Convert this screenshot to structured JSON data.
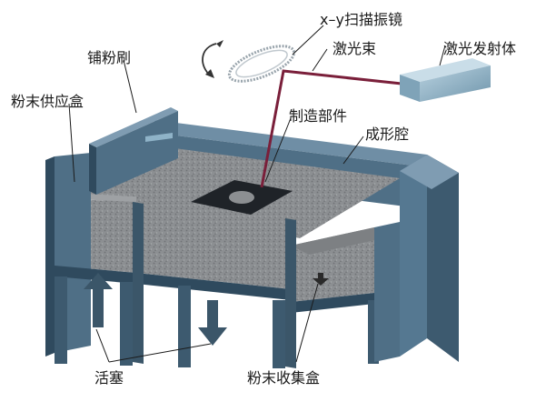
{
  "labels": {
    "scanner": "x–y扫描振镜",
    "laser_beam": "激光束",
    "laser_emitter": "激光发射体",
    "recoater": "铺粉刷",
    "powder_supply": "粉末供应盒",
    "part": "制造部件",
    "build_chamber": "成形腔",
    "piston": "活塞",
    "powder_collection": "粉末收集盒"
  },
  "colors": {
    "steel": "#4f6f86",
    "steel_dark": "#2f4a5e",
    "steel_light": "#7f9cb2",
    "powder": "#8c8f92",
    "beam": "#7a1f3a",
    "emitter": "#8fb3c8",
    "leader": "#1a1a1a"
  }
}
